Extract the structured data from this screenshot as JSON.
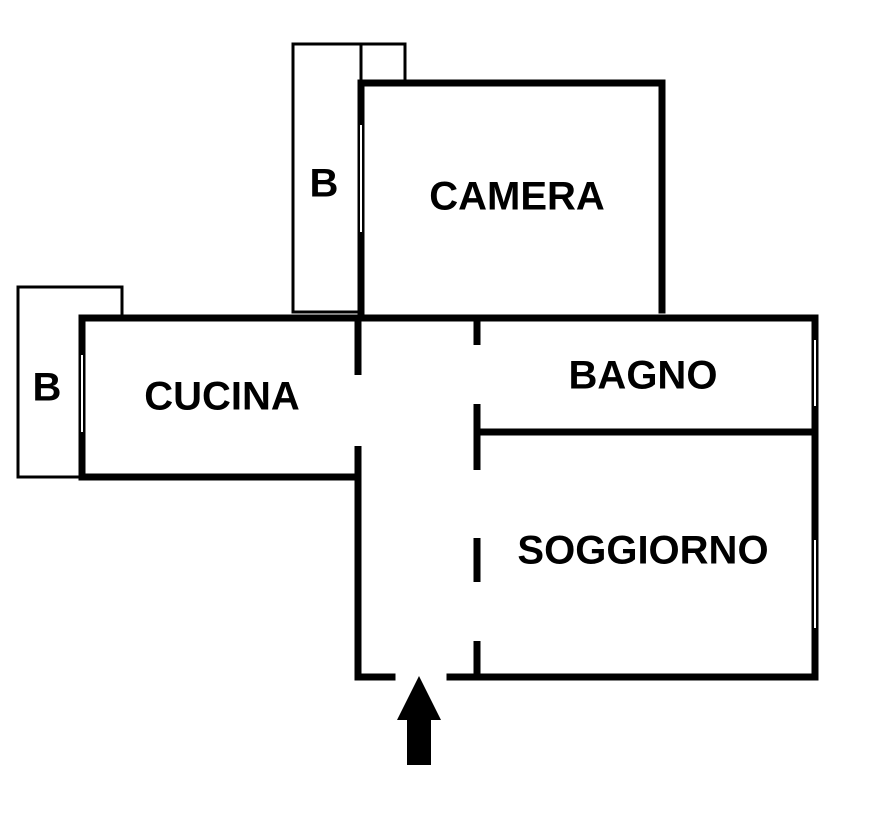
{
  "floor_plan": {
    "rooms": {
      "camera": "CAMERA",
      "cucina": "CUCINA",
      "bagno": "BAGNO",
      "soggiorno": "SOGGIORNO",
      "balcony_top": "B",
      "balcony_left": "B"
    },
    "entrance_icon": "up-arrow-icon",
    "colors": {
      "walls": "#000000",
      "background": "#ffffff"
    }
  }
}
